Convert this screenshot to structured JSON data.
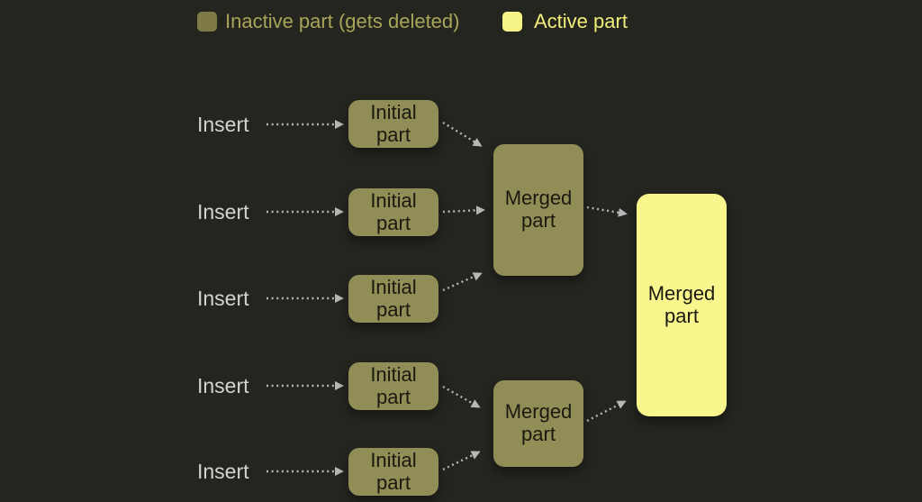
{
  "legend": {
    "inactive_label": "Inactive part (gets deleted)",
    "active_label": "Active part"
  },
  "rows": [
    {
      "insert_label": "Insert",
      "part_label": "Initial part"
    },
    {
      "insert_label": "Insert",
      "part_label": "Initial part"
    },
    {
      "insert_label": "Insert",
      "part_label": "Initial part"
    },
    {
      "insert_label": "Insert",
      "part_label": "Initial part"
    },
    {
      "insert_label": "Insert",
      "part_label": "Initial part"
    }
  ],
  "merged": {
    "top_label": "Merged part",
    "bottom_label": "Merged part",
    "final_label": "Merged part"
  },
  "colors": {
    "background": "#252520",
    "inactive_fill": "#908d56",
    "active_fill": "#f9f68e",
    "inactive_swatch": "#7e7b49",
    "active_swatch": "#f6f388",
    "inactive_text": "#a8a458",
    "active_text": "#f2ef79",
    "arrow": "#b6b6b6"
  }
}
